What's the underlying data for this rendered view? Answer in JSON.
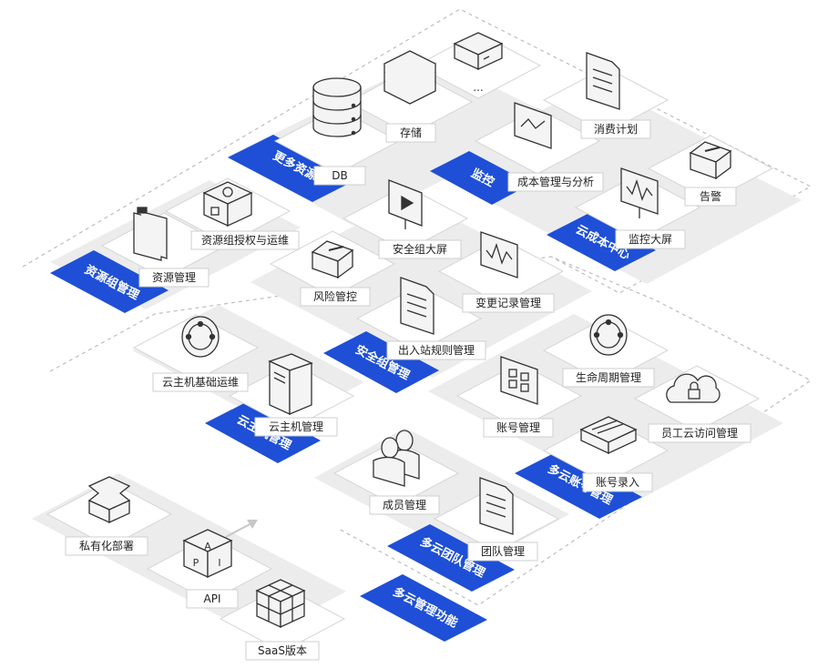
{
  "colors": {
    "platform": "#ececec",
    "ribbon": "#1e4fd6",
    "icon_fill": "#f4f4f4",
    "icon_stroke": "#333333",
    "tile_fill": "#ffffff",
    "dashed_border": "#bdbdbd"
  },
  "modules": {
    "more_resources": {
      "title": "更多资源",
      "items": [
        "DB",
        "存储",
        "..."
      ]
    },
    "resource_group": {
      "title": "资源组管理",
      "items": [
        "资源管理",
        "资源组授权与运维"
      ]
    },
    "monitoring": {
      "title": "监控",
      "items": [
        "成本管理与分析",
        "消费计划"
      ]
    },
    "cloud_cost": {
      "title": "云成本中心",
      "items": [
        "监控大屏",
        "告警"
      ]
    },
    "security_group": {
      "title": "安全组管理",
      "items": [
        "风险管控",
        "安全组大屏",
        "变更记录管理",
        "出入站规则管理"
      ]
    },
    "cloud_host": {
      "title": "云主机管理",
      "items": [
        "云主机基础运维",
        "云主机管理"
      ]
    },
    "multi_account": {
      "title": "多云账号管理",
      "items": [
        "账号管理",
        "生命周期管理",
        "员工云访问管理",
        "账号录入"
      ]
    },
    "multi_team": {
      "title": "多云团队管理",
      "items": [
        "成员管理",
        "团队管理"
      ]
    },
    "multi_cloud": {
      "title": "多云管理功能"
    },
    "deployment": {
      "items": [
        "私有化部署",
        "API",
        "SaaS版本"
      ],
      "api_glyphs": [
        "A",
        "P",
        "I"
      ]
    }
  },
  "icons": {
    "db": "database-stack-icon",
    "storage": "layers-icon",
    "more": "box-icon",
    "bill": "document-icon",
    "monitor": "chart-monitor-icon",
    "screen": "display-wave-icon",
    "alarm": "alarm-box-icon",
    "play": "play-screen-icon",
    "risk": "risk-box-icon",
    "lifecycle": "circle-arrows-icon",
    "cloud_lock": "cloud-lock-icon",
    "server": "server-icon",
    "people": "people-icon",
    "grid": "grid-apps-icon",
    "cube": "cube-grid-icon",
    "shape": "cross-shape-icon"
  }
}
